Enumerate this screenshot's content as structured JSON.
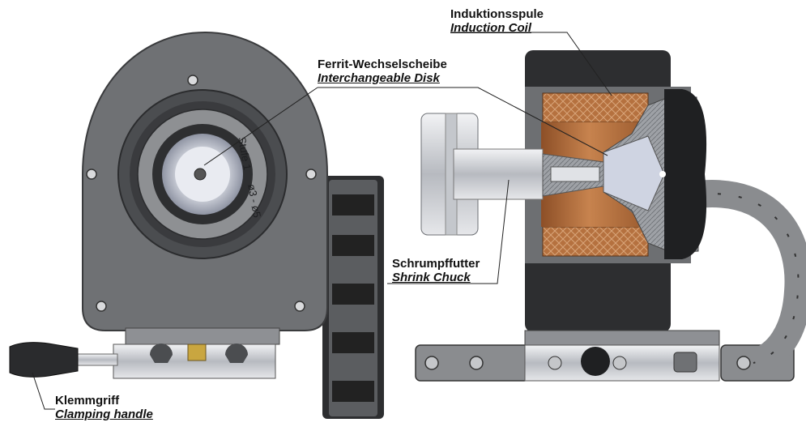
{
  "labels": {
    "induction_coil": {
      "de": "Induktionsspule",
      "en": "Induction Coil"
    },
    "interchangeable_disk": {
      "de": "Ferrit-Wechselscheibe",
      "en": "Interchangeable Disk"
    },
    "shrink_chuck": {
      "de": "Schrumpffutter",
      "en": "Shrink Chuck"
    },
    "clamping_handle": {
      "de": "Klemmgriff",
      "en": "Clamping handle"
    }
  },
  "disk_engraving": {
    "line1": "Stufe 1",
    "line2": "ø3 - ø5"
  },
  "colors": {
    "housing": "#6f7174",
    "housing_dark": "#4a4c4f",
    "chain": "#8a8c8f",
    "coil_copper": "#b5713f",
    "disk": "#c9ccd6",
    "leader_line": "#222222"
  }
}
